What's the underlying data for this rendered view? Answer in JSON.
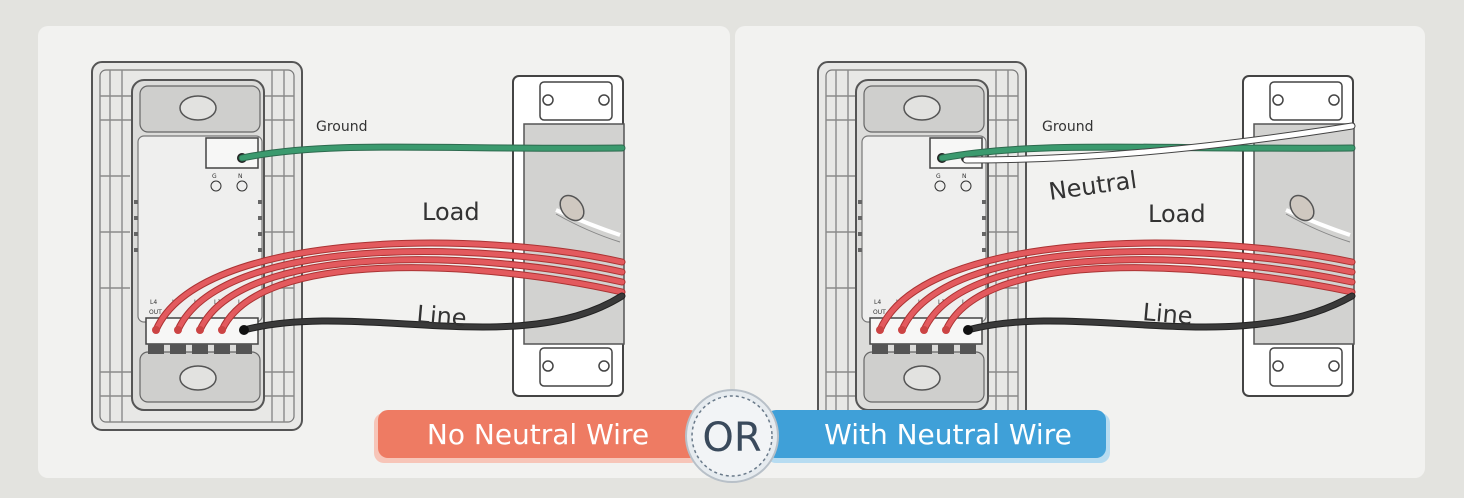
{
  "panels": [
    {
      "wires": {
        "ground": "Ground",
        "load": "Load",
        "line": "Line"
      },
      "terminals": {
        "g": "G",
        "n": "N",
        "l4": "L4",
        "l3": "L3",
        "l2": "L2",
        "l1": "L1",
        "l": "L",
        "out": "OUT"
      }
    },
    {
      "wires": {
        "ground": "Ground",
        "neutral": "Neutral",
        "load": "Load",
        "line": "Line"
      },
      "terminals": {
        "g": "G",
        "n": "N",
        "l4": "L4",
        "l3": "L3",
        "l2": "L2",
        "l1": "L1",
        "l": "L",
        "out": "OUT"
      }
    }
  ],
  "badges": {
    "no_neutral": "No Neutral Wire",
    "or": "OR",
    "with_neutral": "With Neutral Wire"
  },
  "colors": {
    "ground_wire": "#3b9a6e",
    "load_wire": "#e35a5e",
    "line_wire": "#3a3a3a",
    "neutral_wire": "#ffffff",
    "badge_left": "#ee7b63",
    "badge_right": "#3fa0d8"
  }
}
